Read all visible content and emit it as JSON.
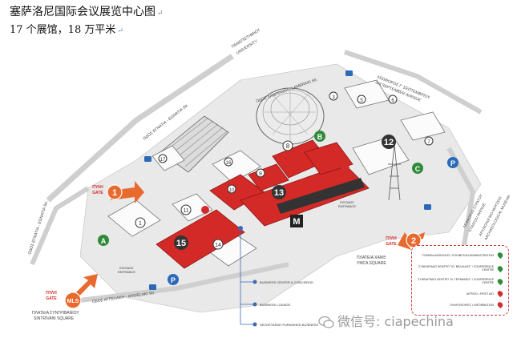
{
  "header": {
    "title": "塞萨洛尼国际会议展览中心图",
    "subtitle": "17 个展馆，18 万平米",
    "return_mark": "↵"
  },
  "roads": {
    "panepistimiou": "ΠΑΝΕΠΙΣΤΗΜΙΟΥ",
    "university": "UNIVERSITY",
    "lambraki": "ΟΔΟΣ ΛΑΜΠΡΑΚΗ - LAMBRAKI Str.",
    "egnatia_top": "ΟΔΟΣ ΕΓΝΑΤΙΑ - EGNATIA Str.",
    "egnatia_left": "ΟΔΟΣ ΕΓΝΑΤΙΑ - EGNATIA Str.",
    "leoforos_3sept": "ΛΕΩΦΟΡΟΣ Γ' ΣΕΠΤΕΜΒΡΙΟΥ",
    "sept_avenue": "3rd SEPTEMBER AVENUE",
    "stratou": "ΛΕΩΦΟΡΟΣ ΣΤΡΑΤΟΥ",
    "stratou_en": "STRATOU AVENUE",
    "museum": "ΑΡΧΑΙΟΛΟΓΙΚΟ ΜΟΥΣΕΙΟ",
    "museum_en": "ARCHAEOLOGICAL MUSEUM",
    "aggelaki": "ΟΔΟΣ ΑΓΓΕΛΑΚΗ - ANGELAKI Str.",
    "xanth": "ΠΛΑΤΕΙΑ ΧΑΝΘ",
    "ymca": "YMCA SQUARE",
    "sintrivaniou": "ΠΛΑΤΕΙΑ ΣΥΝΤΡΙΒΑΝΙΟΥ",
    "sintrivani_en": "SINTRIVANI SQUARE"
  },
  "gates": [
    {
      "number": "1",
      "label": "ΠΥΛΗ",
      "label_en": "GATE"
    },
    {
      "number": "2",
      "label": "ΠΥΛΗ",
      "label_en": "GATE"
    },
    {
      "number": "MLS",
      "label": "ΠΥΛΗ",
      "label_en": "GATE"
    }
  ],
  "entrances": [
    {
      "label": "ΕΙΣΟΔΟΣ",
      "label_en": "ENTRANCE"
    },
    {
      "label": "ΕΙΣΟΔΟΣ",
      "label_en": "ENTRANCE"
    }
  ],
  "pavilions": {
    "red": [
      "8",
      "9",
      "10",
      "13",
      "15",
      "3"
    ],
    "grey": [
      "1",
      "11",
      "12",
      "14",
      "16",
      "17",
      "5",
      "6",
      "7"
    ],
    "letters": [
      "A",
      "B",
      "C"
    ]
  },
  "legend_callouts": [
    "BUSINESS CENTER & CONCIERGE",
    "BUSINESS LOUNGE",
    "SECRETARIAT FURNISHED BUSINESS"
  ],
  "legend": {
    "rows": [
      {
        "text": "ΓΡΑΦΕΙΑ ΔΙΟΙΚΗΣΗΣ / EXHIBITION ADMINISTRATION",
        "color": "#2e8b3a"
      },
      {
        "text": "ΣΥΝΕΔΡΙΑΚΟ ΚΕΝΤΡΟ \"ΙΩ. ΒΕΛΛΙΔΗΣ\" / CONFERENCE CENTRE",
        "color": "#2e8b3a"
      },
      {
        "text": "ΣΥΝΕΔΡΙΑΚΟ ΚΕΝΤΡΟ \"Ν. ΓΕΡΜΑΝΟΣ\" / CONFERENCE CENTRE",
        "color": "#2e8b3a"
      },
      {
        "text": "ΙΑΤΡΕΙΟ • FIRST AID",
        "color": "#d22b2b"
      },
      {
        "text": "ΠΛΗΡΟΦΟΡΙΕΣ • INFORMATION",
        "color": "#d22b2b"
      }
    ]
  },
  "watermark": "微信号: ciapechina",
  "colors": {
    "pavilion_red": "#d42a27",
    "pavilion_grey": "#ffffff",
    "ground": "#e8e8e8",
    "road": "#f4f4f4",
    "accent_green": "#2e8b3a",
    "bus_blue": "#2a6ab8"
  }
}
